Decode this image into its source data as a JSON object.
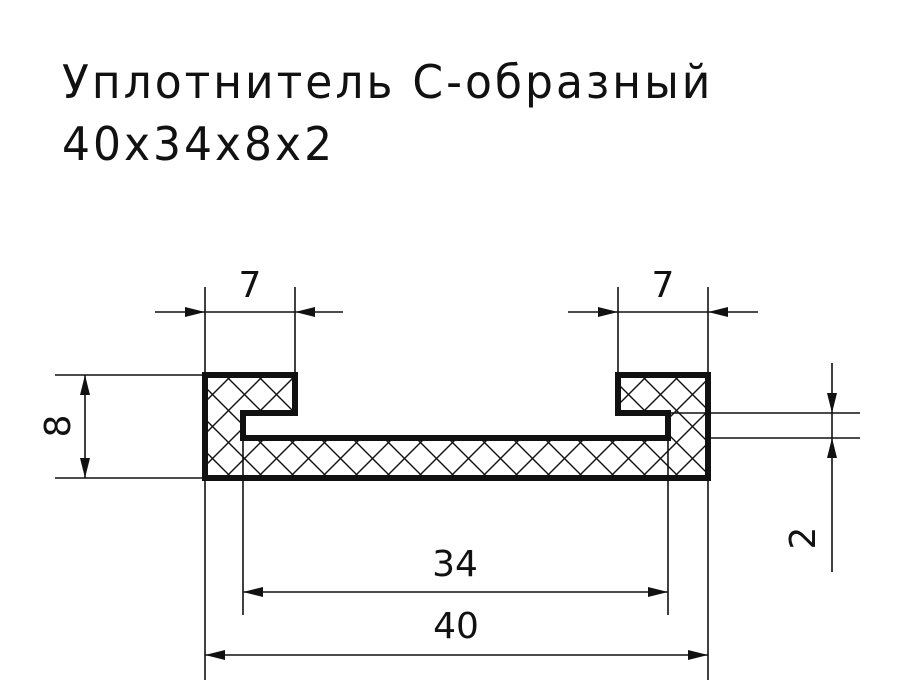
{
  "title": {
    "line1": "Уплотнитель С-образный",
    "line2": "40x34x8x2"
  },
  "dimensions": {
    "top_left_width": "7",
    "top_right_width": "7",
    "height": "8",
    "thickness": "2",
    "inner_width": "34",
    "overall_width": "40"
  },
  "colors": {
    "line": "#111111",
    "hatch": "#111111",
    "background": "#ffffff"
  }
}
